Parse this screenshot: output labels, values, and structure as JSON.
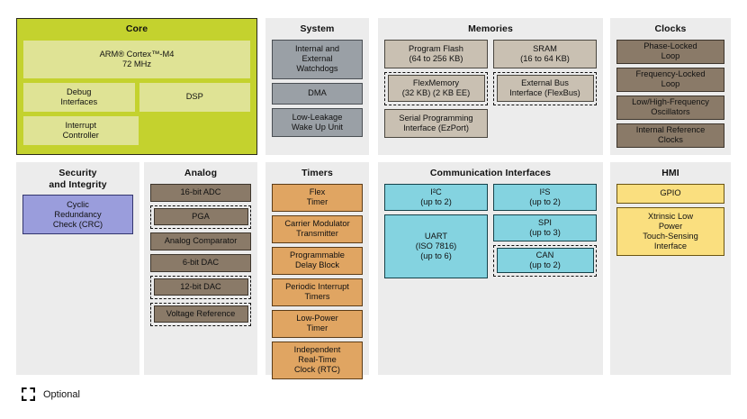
{
  "diagram": {
    "legend": {
      "label": "Optional",
      "swatch": "dashed-square-icon"
    },
    "colors": {
      "core_outer": "#c4d22e",
      "core_inner": "#dfe395",
      "system": "#9aa0a6",
      "memories": "#c9c0b2",
      "clocks": "#8a7a68",
      "analog": "#8a7a68",
      "timers": "#e0a562",
      "communication": "#84d3e0",
      "hmi": "#fadf7f",
      "security": "#9a9ddc",
      "panel_background": "#ececec"
    }
  },
  "core": {
    "title": "Core",
    "cpu": "ARM® Cortex™-M4\n72 MHz",
    "cpu_line1": "ARM® Cortex™-M4",
    "cpu_line2": "72 MHz",
    "debug": "Debug\nInterfaces",
    "debug_line1": "Debug",
    "debug_line2": "Interfaces",
    "dsp": "DSP",
    "interrupt_line1": "Interrupt",
    "interrupt_line2": "Controller"
  },
  "system": {
    "title": "System",
    "blocks": [
      {
        "line1": "Internal and",
        "line2": "External",
        "line3": "Watchdogs",
        "optional": false
      },
      {
        "line1": "DMA",
        "optional": false
      },
      {
        "line1": "Low-Leakage",
        "line2": "Wake Up Unit",
        "optional": false
      }
    ]
  },
  "memories": {
    "title": "Memories",
    "left": [
      {
        "line1": "Program Flash",
        "line2": "(64 to 256 KB)",
        "optional": false
      },
      {
        "line1": "FlexMemory",
        "line2": "(32 KB) (2 KB EE)",
        "optional": true
      },
      {
        "line1": "Serial Programming",
        "line2": "Interface (EzPort)",
        "optional": false
      }
    ],
    "right": [
      {
        "line1": "SRAM",
        "line2": "(16 to 64 KB)",
        "optional": false
      },
      {
        "line1": "External Bus",
        "line2": "Interface (FlexBus)",
        "optional": true
      }
    ]
  },
  "clocks": {
    "title": "Clocks",
    "blocks": [
      {
        "line1": "Phase-Locked",
        "line2": "Loop",
        "optional": false
      },
      {
        "line1": "Frequency-Locked",
        "line2": "Loop",
        "optional": false
      },
      {
        "line1": "Low/High-Frequency",
        "line2": "Oscillators",
        "optional": false
      },
      {
        "line1": "Internal Reference",
        "line2": "Clocks",
        "optional": false
      }
    ]
  },
  "security": {
    "title_line1": "Security",
    "title_line2": "and Integrity",
    "blocks": [
      {
        "line1": "Cyclic",
        "line2": "Redundancy",
        "line3": "Check (CRC)",
        "optional": false
      }
    ]
  },
  "analog": {
    "title": "Analog",
    "blocks": [
      {
        "line1": "16-bit ADC",
        "optional": false
      },
      {
        "line1": "PGA",
        "optional": true
      },
      {
        "line1": "Analog Comparator",
        "optional": false
      },
      {
        "line1": "6-bit DAC",
        "optional": false
      },
      {
        "line1": "12-bit DAC",
        "optional": true
      },
      {
        "line1": "Voltage Reference",
        "optional": true
      }
    ]
  },
  "timers": {
    "title": "Timers",
    "blocks": [
      {
        "line1": "Flex",
        "line2": "Timer",
        "optional": false
      },
      {
        "line1": "Carrier Modulator",
        "line2": "Transmitter",
        "optional": false
      },
      {
        "line1": "Programmable",
        "line2": "Delay Block",
        "optional": false
      },
      {
        "line1": "Periodic Interrupt",
        "line2": "Timers",
        "optional": false
      },
      {
        "line1": "Low-Power",
        "line2": "Timer",
        "optional": false
      },
      {
        "line1": "Independent",
        "line2": "Real-Time",
        "line3": "Clock (RTC)",
        "optional": false
      }
    ]
  },
  "communication": {
    "title": "Communication Interfaces",
    "left": [
      {
        "line1": "I²C",
        "line2": "(up to 2)",
        "optional": false
      },
      {
        "line1": "UART",
        "line2": "(ISO 7816)",
        "line3": "(up to 6)",
        "optional": false
      }
    ],
    "right": [
      {
        "line1": "I²S",
        "line2": "(up to 2)",
        "optional": false
      },
      {
        "line1": "SPI",
        "line2": "(up to 3)",
        "optional": false
      },
      {
        "line1": "CAN",
        "line2": "(up to 2)",
        "optional": true
      }
    ]
  },
  "hmi": {
    "title": "HMI",
    "blocks": [
      {
        "line1": "GPIO",
        "optional": false
      },
      {
        "line1": "Xtrinsic Low",
        "line2": "Power",
        "line3": "Touch-Sensing",
        "line4": "Interface",
        "optional": false
      }
    ]
  }
}
